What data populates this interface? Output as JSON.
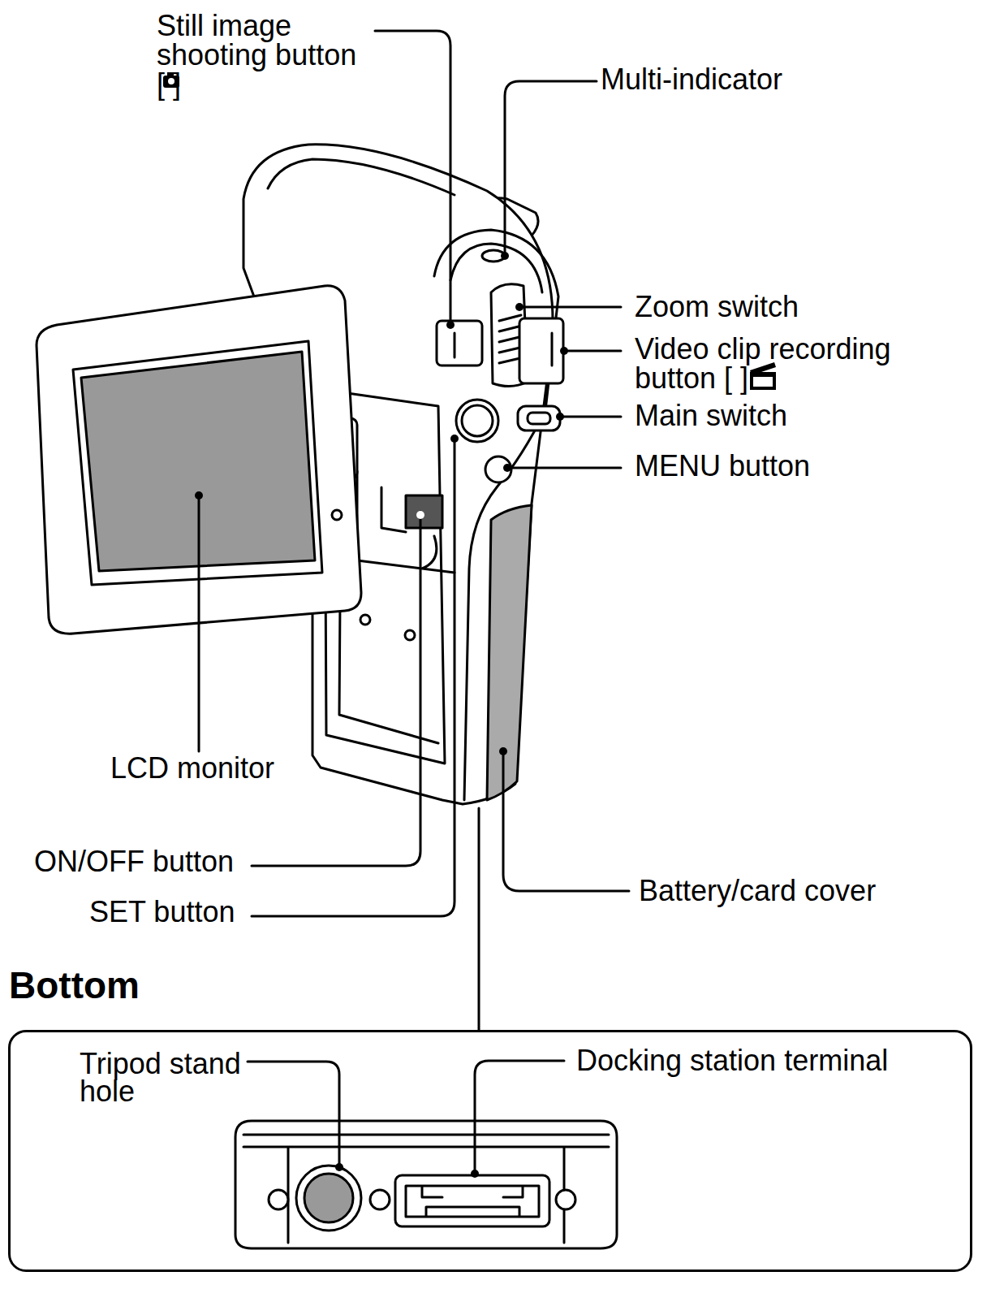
{
  "diagram": {
    "nodes": [
      {
        "text": [
          "Bottom",
          "Tripod stand hole",
          "Docking station terminal"
        ]
      }
    ],
    "labels": [
      "Still image shooting button [ ]",
      "Multi-indicator",
      "Zoom switch",
      "Video clip recording button [ ]",
      "Main switch",
      "MENU button",
      "LCD monitor",
      "ON/OFF button",
      "SET button",
      "Battery/card cover"
    ]
  }
}
